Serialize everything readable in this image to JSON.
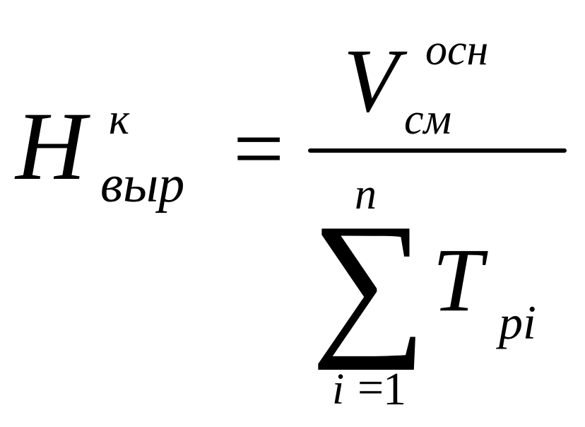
{
  "formula": {
    "lhs": {
      "main_symbol": "H",
      "superscript": "к",
      "subscript": "выр"
    },
    "equals": "=",
    "numerator": {
      "main_symbol": "V",
      "superscript": "осн",
      "subscript": "см"
    },
    "denominator": {
      "sum_symbol": "∑",
      "upper_limit": "n",
      "lower_index": "i",
      "lower_equals": "=",
      "lower_value": "1",
      "term_symbol": "T",
      "term_subscript": "pi"
    }
  }
}
